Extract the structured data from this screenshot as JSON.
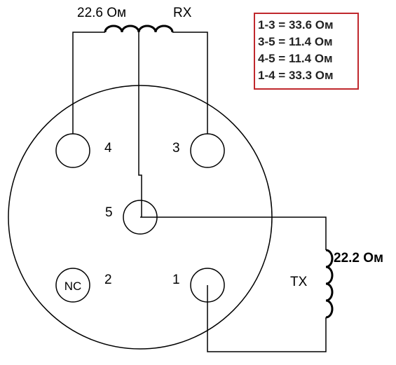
{
  "rx": {
    "label": "RX",
    "resistance": "22.6 Ом"
  },
  "tx": {
    "label": "TX",
    "resistance": "22.2 Ом"
  },
  "pins": {
    "p1": "1",
    "p2": "2",
    "p3": "3",
    "p4": "4",
    "p5": "5",
    "nc": "NC"
  },
  "measurements": [
    "1-3 = 33.6 Ом",
    "3-5 = 11.4 Ом",
    "4-5 = 11.4 Ом",
    "1-4 = 33.3 Ом"
  ],
  "colors": {
    "wire": "#000000",
    "legend_border": "#c0282d"
  }
}
